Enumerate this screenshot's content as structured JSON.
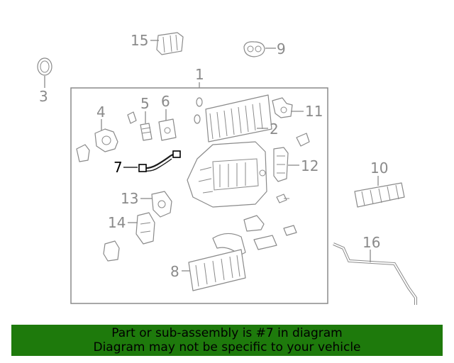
{
  "callouts": {
    "c1": "1",
    "c2": "2",
    "c3": "3",
    "c4": "4",
    "c5": "5",
    "c6": "6",
    "c7": "7",
    "c8": "8",
    "c9": "9",
    "c10": "10",
    "c11": "11",
    "c12": "12",
    "c13": "13",
    "c14": "14",
    "c15": "15",
    "c16": "16"
  },
  "highlight_color": "#000000",
  "part_color": "#8a8a8a",
  "banner": {
    "line1": "Part or sub-assembly is #7 in diagram",
    "line2": "Diagram may not be specific to your vehicle",
    "background": "#1e7a0c"
  }
}
